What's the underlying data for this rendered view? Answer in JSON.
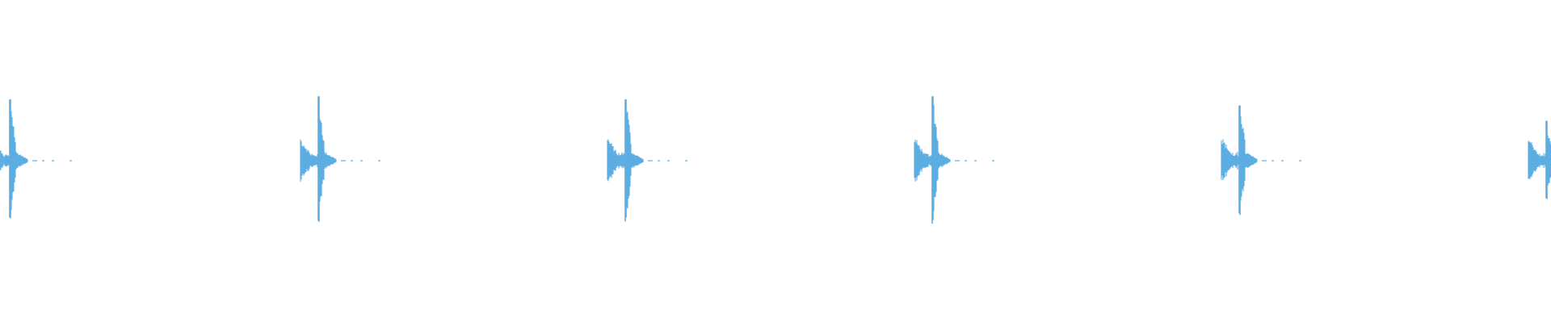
{
  "waveform": {
    "color": "#5dade2",
    "background": "#ffffff",
    "bursts": [
      {
        "id": "burst-1",
        "peak_pos": 0.0,
        "pre_amp": 0.45,
        "main_amp": 1.0,
        "second_amp": 0.9,
        "tail_dashes": 4
      },
      {
        "id": "burst-2",
        "peak_pos": 0.2,
        "pre_amp": 0.3,
        "main_amp": 1.05,
        "second_amp": 0.85,
        "tail_dashes": 4
      },
      {
        "id": "burst-3",
        "peak_pos": 0.4,
        "pre_amp": 0.32,
        "main_amp": 1.0,
        "second_amp": 0.9,
        "tail_dashes": 4
      },
      {
        "id": "burst-4",
        "peak_pos": 0.6,
        "pre_amp": 0.32,
        "main_amp": 1.05,
        "second_amp": 0.9,
        "tail_dashes": 4
      },
      {
        "id": "burst-5",
        "peak_pos": 0.8,
        "pre_amp": 0.32,
        "main_amp": 0.9,
        "second_amp": 0.85,
        "tail_dashes": 4
      },
      {
        "id": "burst-6",
        "peak_pos": 1.0,
        "pre_amp": 0.32,
        "main_amp": 0.65,
        "second_amp": 0.5,
        "tail_dashes": 0
      }
    ]
  }
}
